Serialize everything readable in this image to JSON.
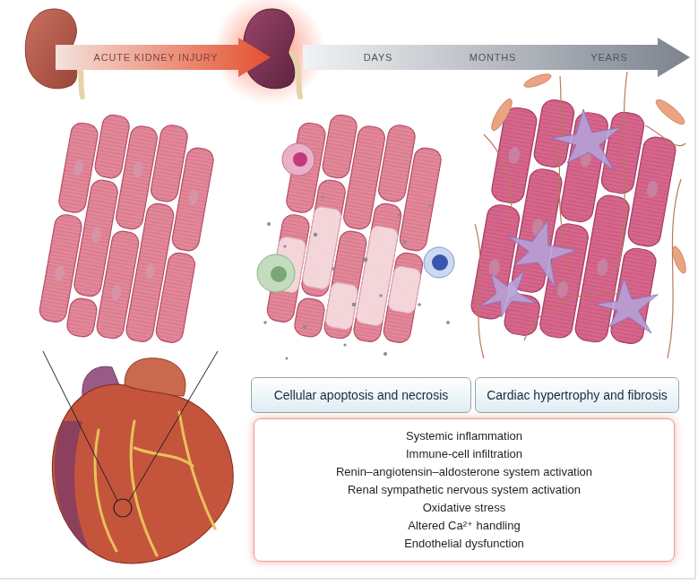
{
  "diagram": {
    "nodes": [
      {
        "text": [
          "ACUTE KIDNEY INJURY"
        ]
      },
      {
        "text": [
          "DAYS",
          "MONTHS",
          "YEARS"
        ]
      },
      {
        "text": [
          "Cellular apoptosis and necrosis"
        ]
      },
      {
        "text": [
          "Cardiac hypertrophy and fibrosis"
        ]
      },
      {
        "text": [
          "Systemic inflammation",
          "Immune-cell infiltration",
          "Renin–angiotensin–aldosterone system activation",
          "Renal sympathetic nervous system activation",
          "Oxidative stress",
          "Altered Ca²⁺ handling",
          "Endothelial dysfunction"
        ]
      }
    ]
  }
}
